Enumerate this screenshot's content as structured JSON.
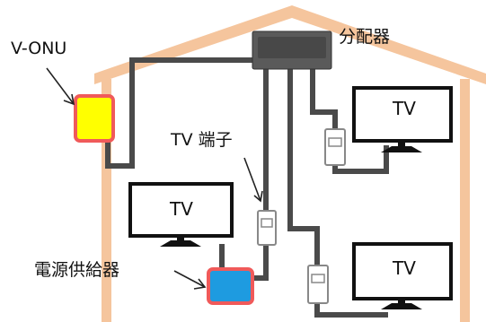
{
  "labels": {
    "onu": "V-ONU",
    "splitter": "分配器",
    "tv_terminal": "TV 端子",
    "power_supply": "電源供給器"
  },
  "tvs": [
    {
      "label": "TV"
    },
    {
      "label": "TV"
    },
    {
      "label": "TV"
    }
  ],
  "colors": {
    "house": "#f5c59d",
    "cable": "#4a4a4a",
    "onu_fill": "#ffff00",
    "onu_border": "#f05a5a",
    "power_fill": "#1e9be0",
    "power_border": "#f05a5a",
    "splitter": "#5a5a5a",
    "screen_border": "#111111"
  }
}
